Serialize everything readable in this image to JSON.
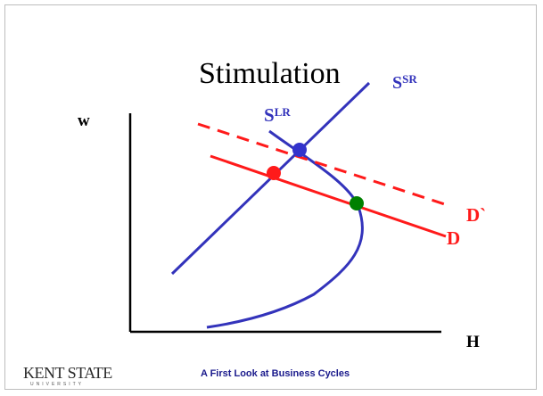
{
  "slide": {
    "title": "Stimulation",
    "footer": "A First Look at Business Cycles",
    "logo": {
      "main": "KENT STATE",
      "sub": "UNIVERSITY"
    }
  },
  "axes": {
    "y_label": "w",
    "x_label": "H"
  },
  "curves": {
    "short_run_supply": {
      "base": "S",
      "sup": "SR",
      "color": "#3333bb"
    },
    "long_run_supply": {
      "base": "S",
      "sup": "LR",
      "color": "#3333bb"
    },
    "demand": {
      "label": "D",
      "color": "#ff1a1a"
    },
    "demand_shifted": {
      "label": "D`",
      "color": "#ff1a1a"
    }
  },
  "points": {
    "initial_equilibrium": {
      "color": "#ff1a1a"
    },
    "short_run_equilibrium": {
      "color": "#008000"
    },
    "new_equilibrium": {
      "color": "#3333cc"
    }
  },
  "colors": {
    "axis": "#000000",
    "supply": "#3333bb",
    "demand": "#ff1a1a"
  }
}
